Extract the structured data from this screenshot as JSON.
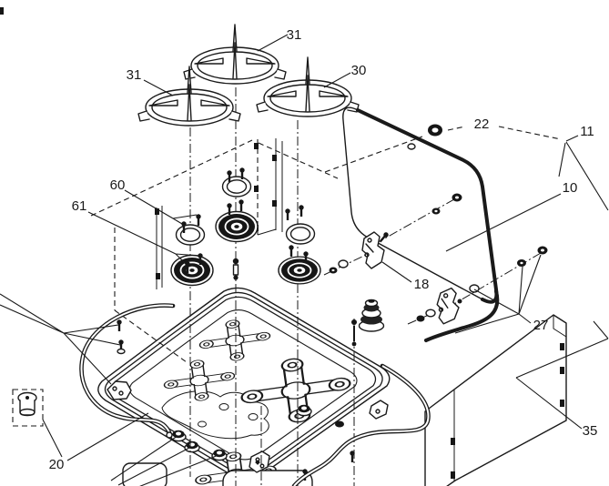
{
  "diagram": {
    "figure_type": "exploded parts diagram",
    "subject": "gas hob assembly with glass lid, pan supports, burners and fixing hardware",
    "colors": {
      "background": "#ffffff",
      "ink": "#1a1a1a"
    },
    "part_numbers_visible": [
      "10",
      "11",
      "18",
      "20",
      "22",
      "27",
      "30",
      "31",
      "35",
      "60",
      "61"
    ],
    "labels": [
      {
        "id": "31-top",
        "text": "31"
      },
      {
        "id": "31-left",
        "text": "31"
      },
      {
        "id": "30",
        "text": "30"
      },
      {
        "id": "22",
        "text": "22"
      },
      {
        "id": "11",
        "text": "11"
      },
      {
        "id": "10",
        "text": "10"
      },
      {
        "id": "60",
        "text": "60"
      },
      {
        "id": "61",
        "text": "61"
      },
      {
        "id": "18",
        "text": "18"
      },
      {
        "id": "27",
        "text": "27"
      },
      {
        "id": "35",
        "text": "35"
      },
      {
        "id": "20",
        "text": "20"
      }
    ]
  }
}
